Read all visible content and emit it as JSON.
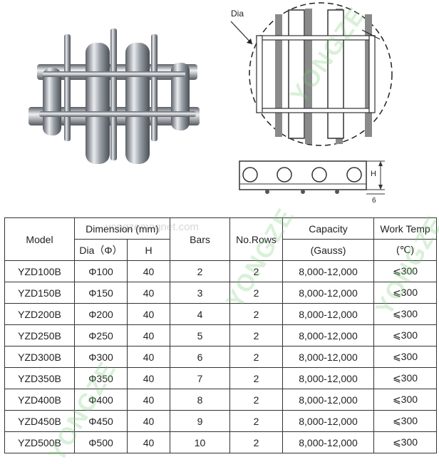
{
  "drawing": {
    "dia_label": "Dia",
    "h_label": "H",
    "thickness_label": "6"
  },
  "watermark": {
    "brand": "YONGZE",
    "url": "yongzemagnet.com"
  },
  "table": {
    "headers": {
      "model": "Model",
      "dimension": "Dimension (mm)",
      "dia": "Dia（Φ）",
      "h": "H",
      "bars": "Bars",
      "rows": "No.Rows",
      "capacity": "Capacity",
      "capacity_unit": "(Gauss)",
      "work_temp": "Work Temp",
      "temp_unit": "(℃)"
    },
    "rows": [
      {
        "model": "YZD100B",
        "dia": "Φ100",
        "h": "40",
        "bars": "2",
        "rows": "2",
        "capacity": "8,000-12,000",
        "temp": "⩽300"
      },
      {
        "model": "YZD150B",
        "dia": "Φ150",
        "h": "40",
        "bars": "3",
        "rows": "2",
        "capacity": "8,000-12,000",
        "temp": "⩽300"
      },
      {
        "model": "YZD200B",
        "dia": "Φ200",
        "h": "40",
        "bars": "4",
        "rows": "2",
        "capacity": "8,000-12,000",
        "temp": "⩽300"
      },
      {
        "model": "YZD250B",
        "dia": "Φ250",
        "h": "40",
        "bars": "5",
        "rows": "2",
        "capacity": "8,000-12,000",
        "temp": "⩽300"
      },
      {
        "model": "YZD300B",
        "dia": "Φ300",
        "h": "40",
        "bars": "6",
        "rows": "2",
        "capacity": "8,000-12,000",
        "temp": "⩽300"
      },
      {
        "model": "YZD350B",
        "dia": "Φ350",
        "h": "40",
        "bars": "7",
        "rows": "2",
        "capacity": "8,000-12,000",
        "temp": "⩽300"
      },
      {
        "model": "YZD400B",
        "dia": "Φ400",
        "h": "40",
        "bars": "8",
        "rows": "2",
        "capacity": "8,000-12,000",
        "temp": "⩽300"
      },
      {
        "model": "YZD450B",
        "dia": "Φ450",
        "h": "40",
        "bars": "9",
        "rows": "2",
        "capacity": "8,000-12,000",
        "temp": "⩽300"
      },
      {
        "model": "YZD500B",
        "dia": "Φ500",
        "h": "40",
        "bars": "10",
        "rows": "2",
        "capacity": "8,000-12,000",
        "temp": "⩽300"
      }
    ]
  }
}
